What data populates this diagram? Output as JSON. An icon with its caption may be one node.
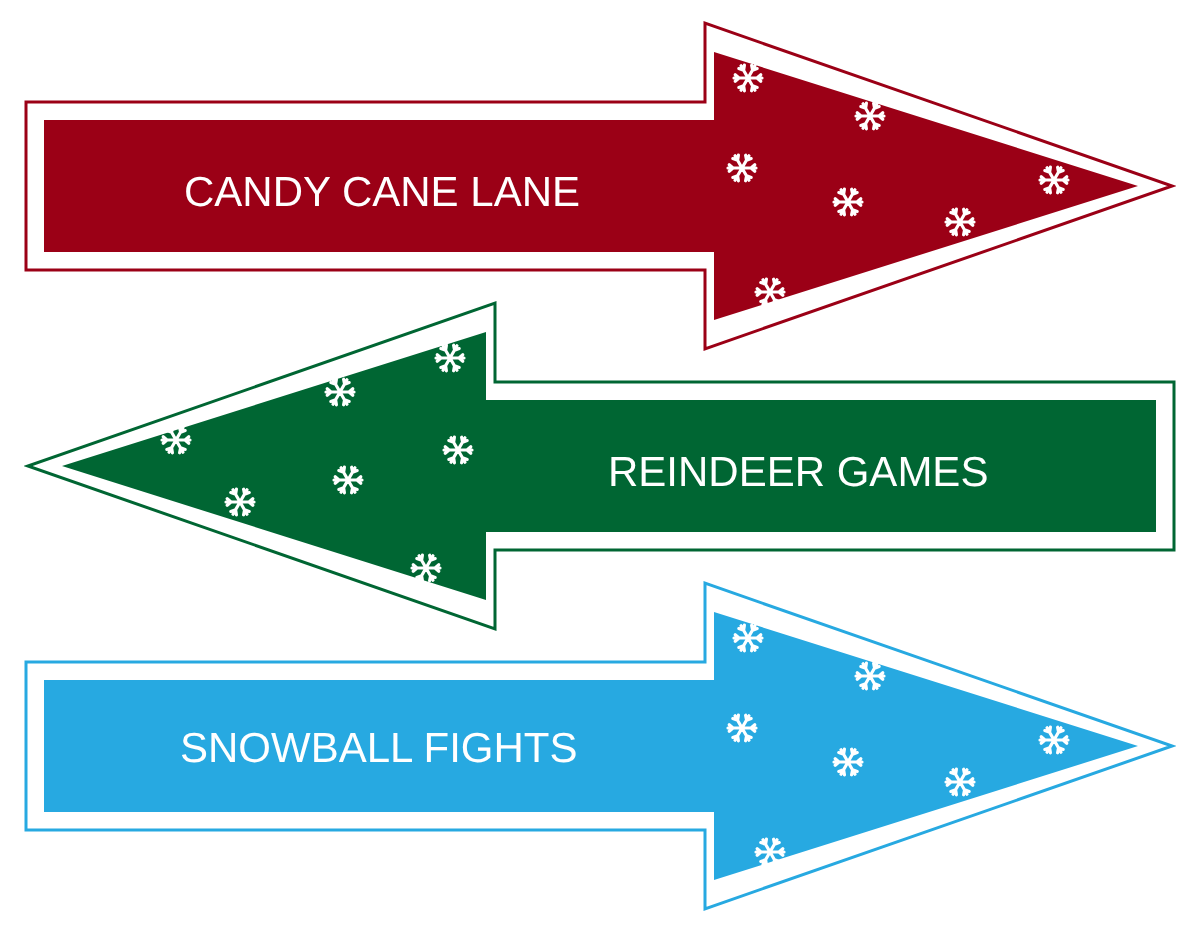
{
  "diagram": {
    "nodes": [
      {
        "text": [
          "CANDY CANE LANE"
        ]
      },
      {
        "text": [
          "REINDEER GAMES"
        ]
      },
      {
        "text": [
          "SNOWBALL FIGHTS"
        ]
      }
    ]
  }
}
